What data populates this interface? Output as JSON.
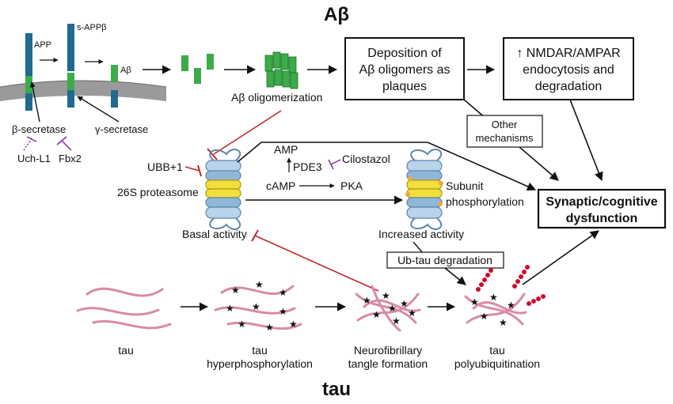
{
  "titles": {
    "top": "Aβ",
    "bottom": "tau"
  },
  "membrane": {
    "app": "APP",
    "sappb": "s-APPβ",
    "abeta": "Aβ",
    "beta_secretase": "β-secretase",
    "gamma_secretase": "γ-secretase",
    "uchl1": "Uch-L1",
    "fbx2": "Fbx2"
  },
  "abeta_path": {
    "oligomerization": "Aβ oligomerization",
    "deposition": [
      "Deposition of",
      "Aβ oligomers as",
      "plaques"
    ],
    "endocytosis": [
      "↑ NMDAR/AMPAR",
      "endocytosis and",
      "degradation"
    ],
    "other_mechanisms": [
      "Other",
      "mechanisms"
    ]
  },
  "proteasome": {
    "ubb": "UBB+1",
    "name": "26S proteasome",
    "basal": "Basal activity",
    "amp": "AMP",
    "pde3": "PDE3",
    "cilostazol": "Cilostazol",
    "camp": "cAMP",
    "pka": "PKA",
    "subunit": [
      "Subunit",
      "phosphorylation"
    ],
    "increased": "Increased activity",
    "ubtau": "Ub-tau degradation"
  },
  "outcome": [
    "Synaptic/cognitive",
    "dysfunction"
  ],
  "tau_path": {
    "tau": "tau",
    "hyper": [
      "tau",
      "hyperphosphorylation"
    ],
    "tangle": [
      "Neurofibrillary",
      "tangle formation"
    ],
    "polyub": [
      "tau",
      "polyubiquitination"
    ]
  },
  "colors": {
    "app_blue": "#1f6a8e",
    "abeta_green": "#3cab4a",
    "inhibit_red": "#c0272d",
    "inhibit_purple": "#7b3294",
    "tau_pink": "#d98aa8",
    "phospho_yellow": "#f2c12e",
    "ubiquitin_red": "#c8102e",
    "proteasome_blue": "#8fb8d8",
    "proteasome_yellow": "#f3df3c"
  }
}
